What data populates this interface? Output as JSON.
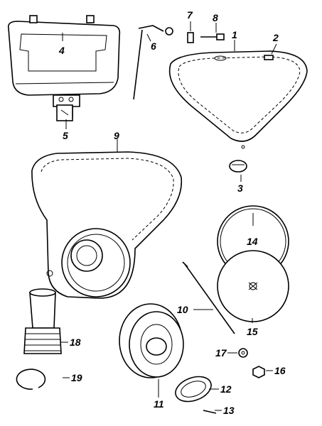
{
  "callouts": {
    "c1": "1",
    "c2": "2",
    "c3": "3",
    "c4": "4",
    "c5": "5",
    "c6": "6",
    "c7": "7",
    "c8": "8",
    "c9": "9",
    "c10": "10",
    "c11": "11",
    "c12": "12",
    "c13": "13",
    "c14": "14",
    "c15": "15",
    "c16": "16",
    "c17": "17",
    "c18": "18",
    "c19": "19"
  },
  "colors": {
    "ink": "#000000",
    "paper": "#ffffff",
    "shade": "#555555"
  }
}
